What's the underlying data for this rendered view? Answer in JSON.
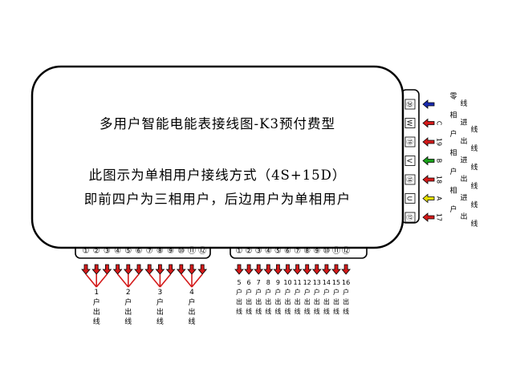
{
  "meter": {
    "title": "多用户智能电能表接线图-K3预付费型",
    "description_line1": "此图示为单相用户接线方式（4S+15D）",
    "description_line2": "即前四户为三相用户，后边用户为单相用户"
  },
  "bottom_left_terminals": [
    "①",
    "②",
    "③",
    "④",
    "⑤",
    "⑥",
    "⑦",
    "⑧",
    "⑨",
    "⑩",
    "⑪",
    "⑫"
  ],
  "bottom_right_terminals": [
    "①",
    "②",
    "③",
    "④",
    "⑤",
    "⑥",
    "⑦",
    "⑧",
    "⑨",
    "⑩",
    "⑪",
    "⑫"
  ],
  "three_phase_outputs": [
    {
      "number": "1",
      "chars": [
        "户",
        "出",
        "线"
      ]
    },
    {
      "number": "2",
      "chars": [
        "户",
        "出",
        "线"
      ]
    },
    {
      "number": "3",
      "chars": [
        "户",
        "出",
        "线"
      ]
    },
    {
      "number": "4",
      "chars": [
        "户",
        "出",
        "线"
      ]
    }
  ],
  "single_phase_outputs": [
    {
      "number": "5",
      "chars": [
        "户",
        "出",
        "线"
      ]
    },
    {
      "number": "6",
      "chars": [
        "户",
        "出",
        "线"
      ]
    },
    {
      "number": "7",
      "chars": [
        "户",
        "出",
        "线"
      ]
    },
    {
      "number": "8",
      "chars": [
        "户",
        "出",
        "线"
      ]
    },
    {
      "number": "9",
      "chars": [
        "户",
        "出",
        "线"
      ]
    },
    {
      "number": "10",
      "chars": [
        "户",
        "出",
        "线"
      ]
    },
    {
      "number": "11",
      "chars": [
        "户",
        "出",
        "线"
      ]
    },
    {
      "number": "12",
      "chars": [
        "户",
        "出",
        "线"
      ]
    },
    {
      "number": "13",
      "chars": [
        "户",
        "出",
        "线"
      ]
    },
    {
      "number": "14",
      "chars": [
        "户",
        "出",
        "线"
      ]
    },
    {
      "number": "15",
      "chars": [
        "户",
        "出",
        "线"
      ]
    },
    {
      "number": "16",
      "chars": [
        "户",
        "出",
        "线"
      ]
    }
  ],
  "side_terminals": [
    {
      "terminal": "⑳",
      "arrow_color": "#1a2bb0",
      "label_prefix": "",
      "label_chars": [
        "零",
        "线"
      ]
    },
    {
      "terminal": "W",
      "arrow_color": "#d41a1a",
      "label_prefix": "C",
      "label_chars": [
        "相",
        "进",
        "线"
      ]
    },
    {
      "terminal": "⑲",
      "arrow_color": "#d41a1a",
      "label_prefix": "19",
      "label_chars": [
        "户",
        "出",
        "线"
      ]
    },
    {
      "terminal": "V",
      "arrow_color": "#19a019",
      "label_prefix": "B",
      "label_chars": [
        "相",
        "进",
        "线"
      ]
    },
    {
      "terminal": "⑱",
      "arrow_color": "#d41a1a",
      "label_prefix": "18",
      "label_chars": [
        "户",
        "出",
        "线"
      ]
    },
    {
      "terminal": "U",
      "arrow_color": "#e6e000",
      "label_prefix": "A",
      "label_chars": [
        "相",
        "进",
        "线"
      ]
    },
    {
      "terminal": "⑰",
      "arrow_color": "#d41a1a",
      "label_prefix": "17",
      "label_chars": [
        "户",
        "出",
        "线"
      ]
    }
  ]
}
